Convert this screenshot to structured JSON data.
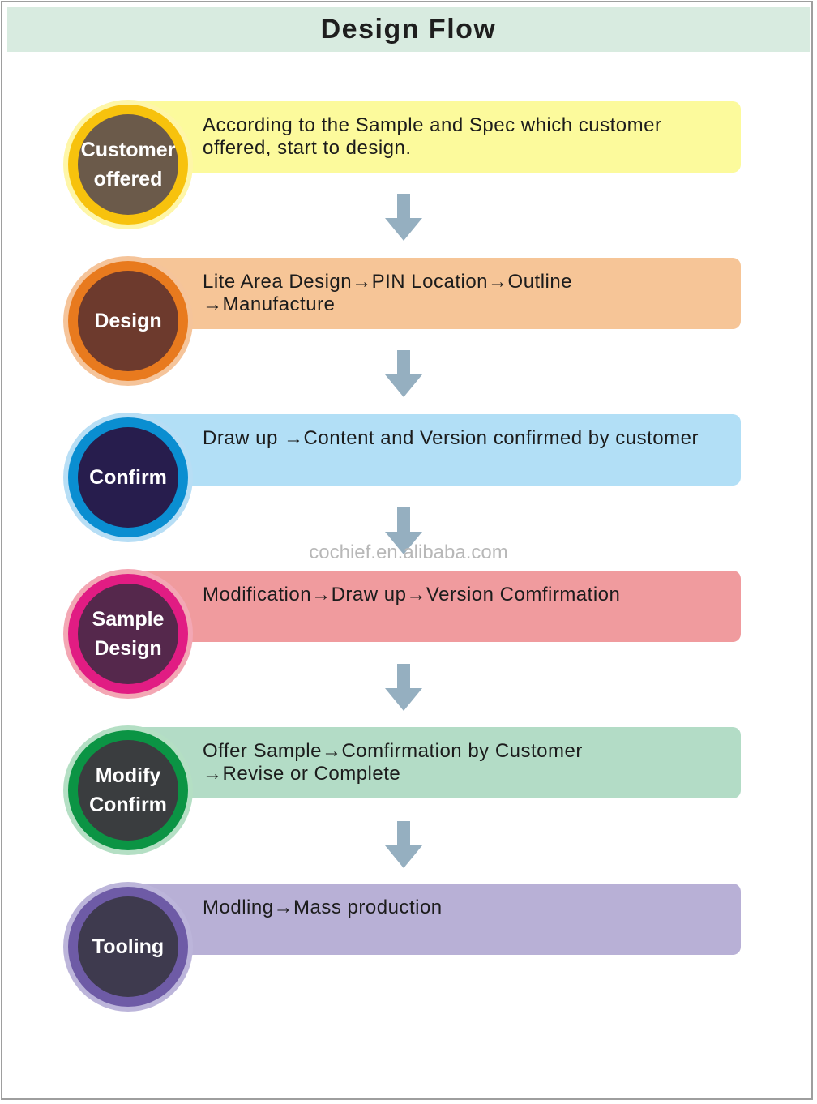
{
  "title": "Design Flow",
  "watermark": "cochief.en.alibaba.com",
  "arrow_color": "#95afc0",
  "steps": [
    {
      "label": "Customer\noffered",
      "description": "According to the Sample and Spec which customer\noffered, start to design.",
      "bar_color": "#fcfa9c",
      "halo_color": "#fef6a8",
      "ring_color": "#f7c20d",
      "core_color": "#6b5a4a"
    },
    {
      "label": "Design",
      "description": "Lite Area Design→PIN Location→Outline\n→Manufacture",
      "bar_color": "#f6c597",
      "halo_color": "#f5c49a",
      "ring_color": "#e87a1e",
      "core_color": "#6d3a2d"
    },
    {
      "label": "Confirm",
      "description": "Draw up →Content and Version confirmed by customer",
      "bar_color": "#b2dff6",
      "halo_color": "#b7def5",
      "ring_color": "#0a8ed1",
      "core_color": "#271d4d"
    },
    {
      "label": "Sample\nDesign",
      "description": "Modification→Draw up→Version Comfirmation",
      "bar_color": "#f09b9e",
      "halo_color": "#f3a7b4",
      "ring_color": "#e11c83",
      "core_color": "#55284c"
    },
    {
      "label": "Modify\nConfirm",
      "description": "Offer Sample→Comfirmation by Customer\n→Revise or Complete",
      "bar_color": "#b3dcc6",
      "halo_color": "#b4dfc4",
      "ring_color": "#0b9444",
      "core_color": "#3a3d3f"
    },
    {
      "label": "Tooling",
      "description": "Modling→Mass production",
      "bar_color": "#b8b0d6",
      "halo_color": "#bcb5da",
      "ring_color": "#6e5ba6",
      "core_color": "#3e3a4e"
    }
  ]
}
